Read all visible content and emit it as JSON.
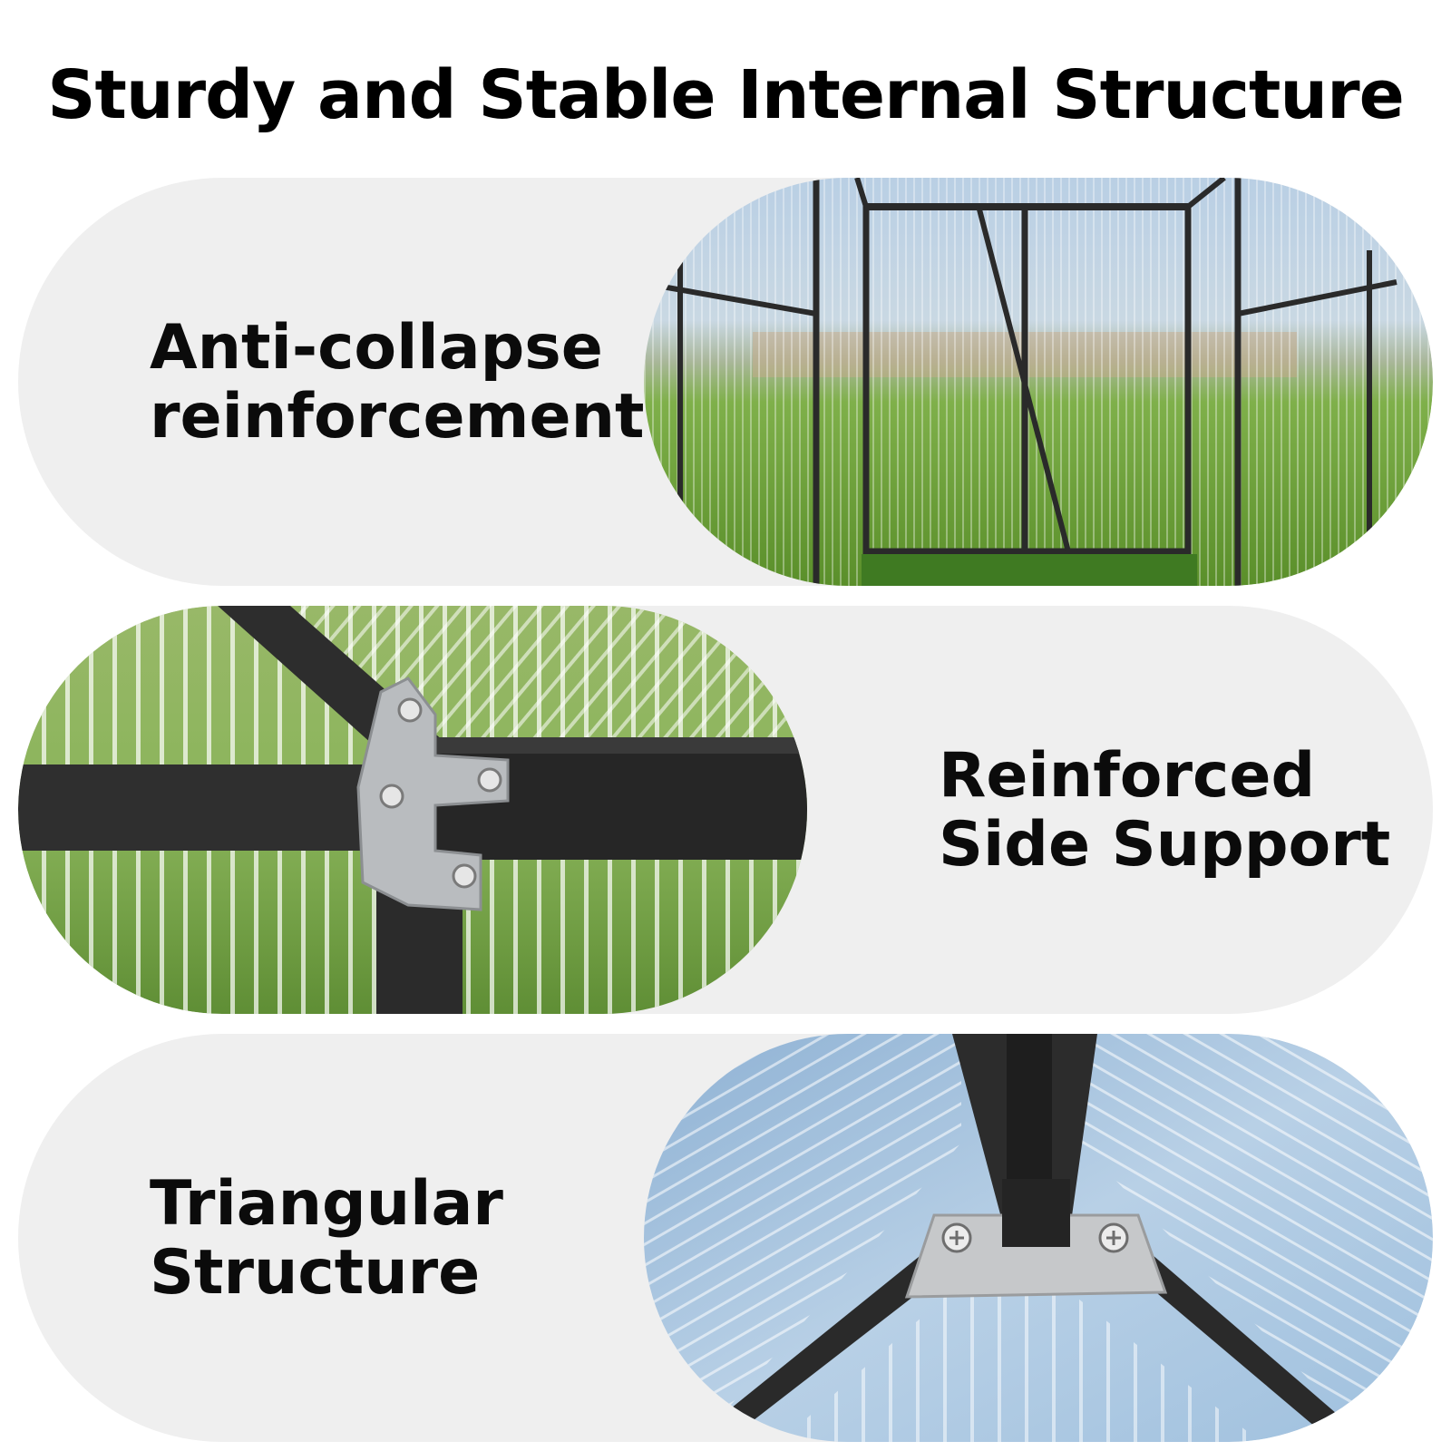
{
  "title": "Sturdy and Stable Internal Structure",
  "features": [
    {
      "line1": "Anti-collapse",
      "line2": "reinforcement"
    },
    {
      "line1": "Reinforced",
      "line2": "Side Support"
    },
    {
      "line1": "Triangular",
      "line2": "Structure"
    }
  ]
}
